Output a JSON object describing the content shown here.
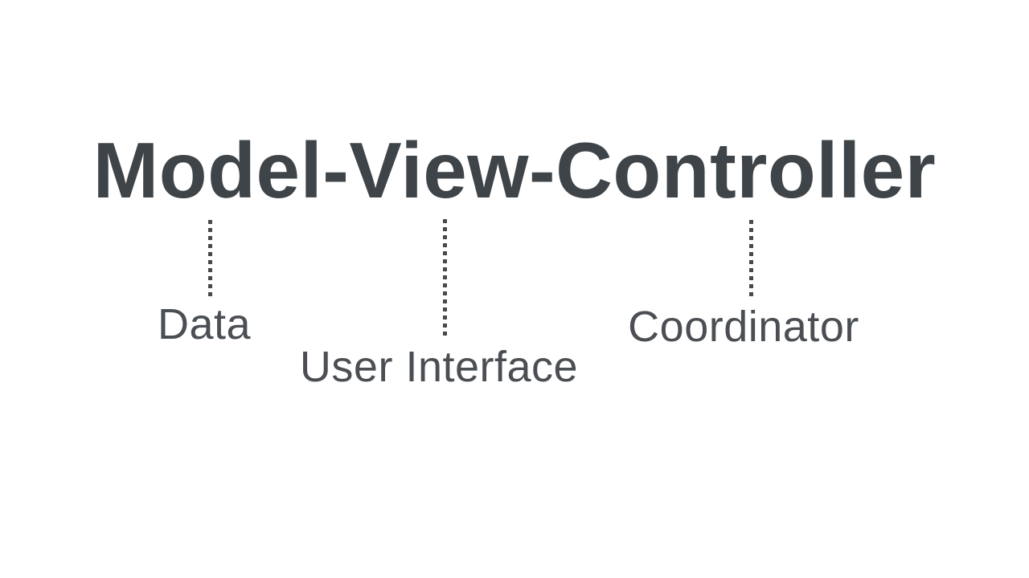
{
  "slide": {
    "title": "Model-View-Controller",
    "annotations": [
      {
        "term": "Model",
        "label": "Data"
      },
      {
        "term": "View",
        "label": "User Interface"
      },
      {
        "term": "Controller",
        "label": "Coordinator"
      }
    ]
  },
  "colors": {
    "background": "#ffffff",
    "title_ink": "#3f4448",
    "label_ink": "#4b4f54",
    "connector_ink": "#46494e"
  }
}
